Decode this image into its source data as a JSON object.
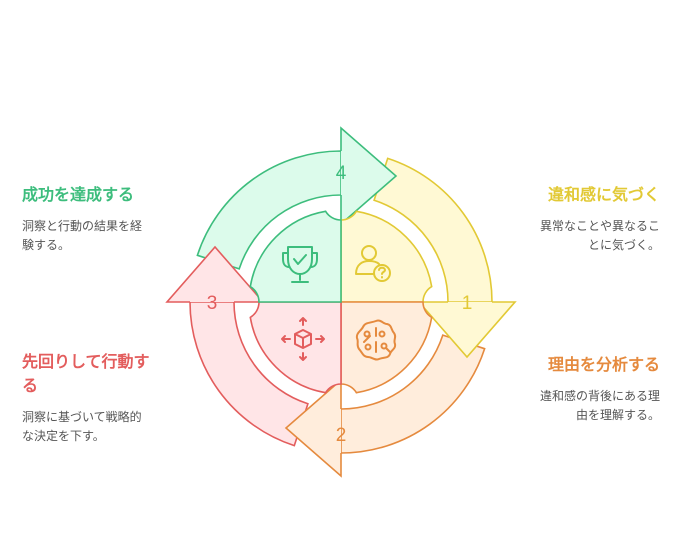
{
  "steps": [
    {
      "number": "1",
      "title": "違和感に気づく",
      "description": "異常なことや異なることに気づく。",
      "icon": "person-question-icon",
      "stroke": "#e2c935",
      "fill": "#fff9d4"
    },
    {
      "number": "2",
      "title": "理由を分析する",
      "description": "違和感の背後にある理由を理解する。",
      "icon": "brain-icon",
      "stroke": "#e58a3e",
      "fill": "#ffeddc"
    },
    {
      "number": "3",
      "title": "先回りして行動する",
      "description": "洞察に基づいて戦略的な決定を下す。",
      "icon": "cube-arrows-icon",
      "stroke": "#e35d5d",
      "fill": "#ffe5e7"
    },
    {
      "number": "4",
      "title": "成功を達成する",
      "description": "洞察と行動の結果を経験する。",
      "icon": "trophy-icon",
      "stroke": "#3dbd7d",
      "fill": "#dcfbeb"
    }
  ]
}
